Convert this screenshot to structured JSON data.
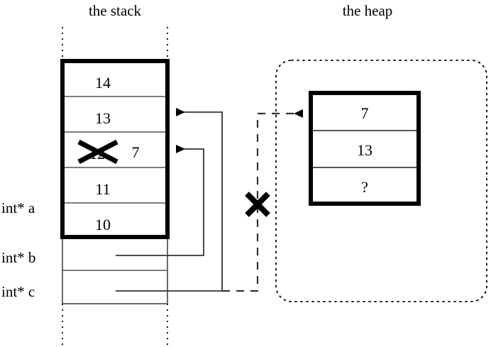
{
  "titles": {
    "stack": "the stack",
    "heap": "the heap"
  },
  "stack": {
    "cells": [
      {
        "value": "14",
        "struck": false
      },
      {
        "value": "13",
        "struck": false
      },
      {
        "value": "12",
        "struck": true,
        "replacement": "7"
      },
      {
        "value": "11",
        "struck": false
      },
      {
        "value": "10",
        "struck": false
      }
    ],
    "variables": [
      {
        "label": "int* a",
        "target": "stack-cell-10"
      },
      {
        "label": "int* b",
        "target": "stack-cell-7"
      },
      {
        "label": "int* c",
        "target": "stack-cell-13"
      }
    ]
  },
  "heap": {
    "cells": [
      {
        "value": "7"
      },
      {
        "value": "13"
      },
      {
        "value": "?"
      }
    ]
  },
  "annotations": {
    "invalidated_pointer_mark": "X",
    "struck_value_mark": "X"
  },
  "colors": {
    "ink": "#000000",
    "thin_line": "#444444",
    "background": "#ffffff"
  }
}
